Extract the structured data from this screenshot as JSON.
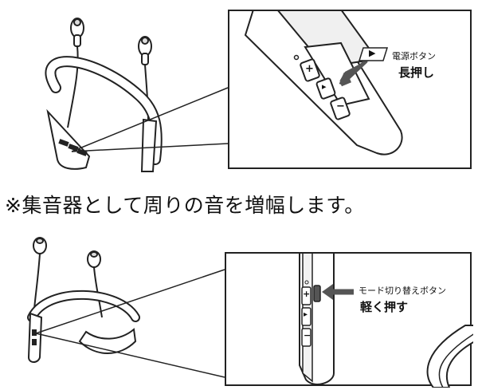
{
  "top_panel": {
    "button_glyph": "▶",
    "button_name": "電源ボタン",
    "action": "長押し",
    "key_plus": "+",
    "key_play": "▸",
    "key_minus": "−"
  },
  "caption": "※集音器として周りの音を増幅します。",
  "bottom_panel": {
    "button_name": "モード切り替えボタン",
    "action": "軽く押す",
    "key_plus": "+",
    "key_play": "▸",
    "key_minus": "−"
  }
}
